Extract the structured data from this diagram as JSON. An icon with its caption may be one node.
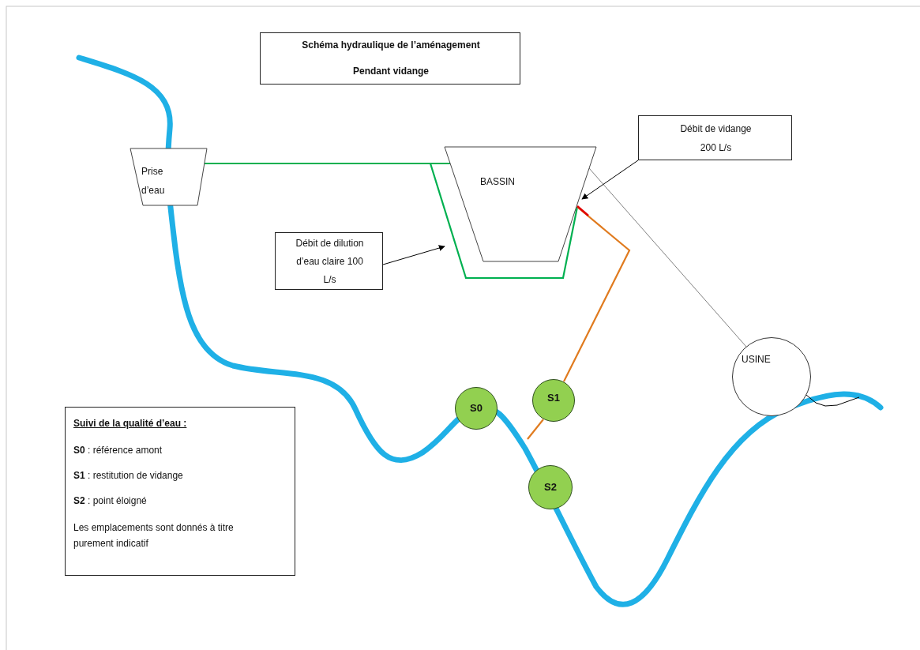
{
  "diagram": {
    "nodes": [
      {
        "text": [
          "Schéma hydraulique de l’aménagement",
          "Pendant vidange"
        ]
      },
      {
        "text": [
          "Prise d’eau"
        ]
      },
      {
        "text": [
          "BASSIN"
        ]
      },
      {
        "text": [
          "Débit de vidange 200 L/s"
        ]
      },
      {
        "text": [
          "Débit de dilution d’eau claire 100 L/s"
        ]
      },
      {
        "text": [
          "USINE"
        ]
      },
      {
        "text": [
          "S0"
        ]
      },
      {
        "text": [
          "S1"
        ]
      },
      {
        "text": [
          "S2"
        ]
      },
      {
        "text": [
          "Suivi de la qualité d’eau :",
          "**S0** : référence amont",
          "**S1** : restitution de vidange",
          "**S2** : point éloigné",
          "Les emplacements sont donnés à titre purement indicatif"
        ]
      }
    ],
    "edges": [
      {
        "from": 1,
        "to": 2,
        "arrow": "none",
        "color": "#00b050"
      },
      {
        "from": 1,
        "to": 2,
        "arrow": "none",
        "color": "#00b050"
      },
      {
        "from": 2,
        "to": 7,
        "arrow": "none",
        "color": "#e07b1f"
      },
      {
        "from": 2,
        "to": 5,
        "arrow": "none",
        "color": "#808080"
      },
      {
        "from": 5,
        "to": null,
        "arrow": "none"
      },
      {
        "from": 3,
        "to": 2,
        "arrow": "to"
      },
      {
        "from": 4,
        "to": null,
        "arrow": "to"
      },
      {
        "from": 7,
        "to": null,
        "arrow": "none",
        "color": "#e07b1f"
      }
    ]
  }
}
